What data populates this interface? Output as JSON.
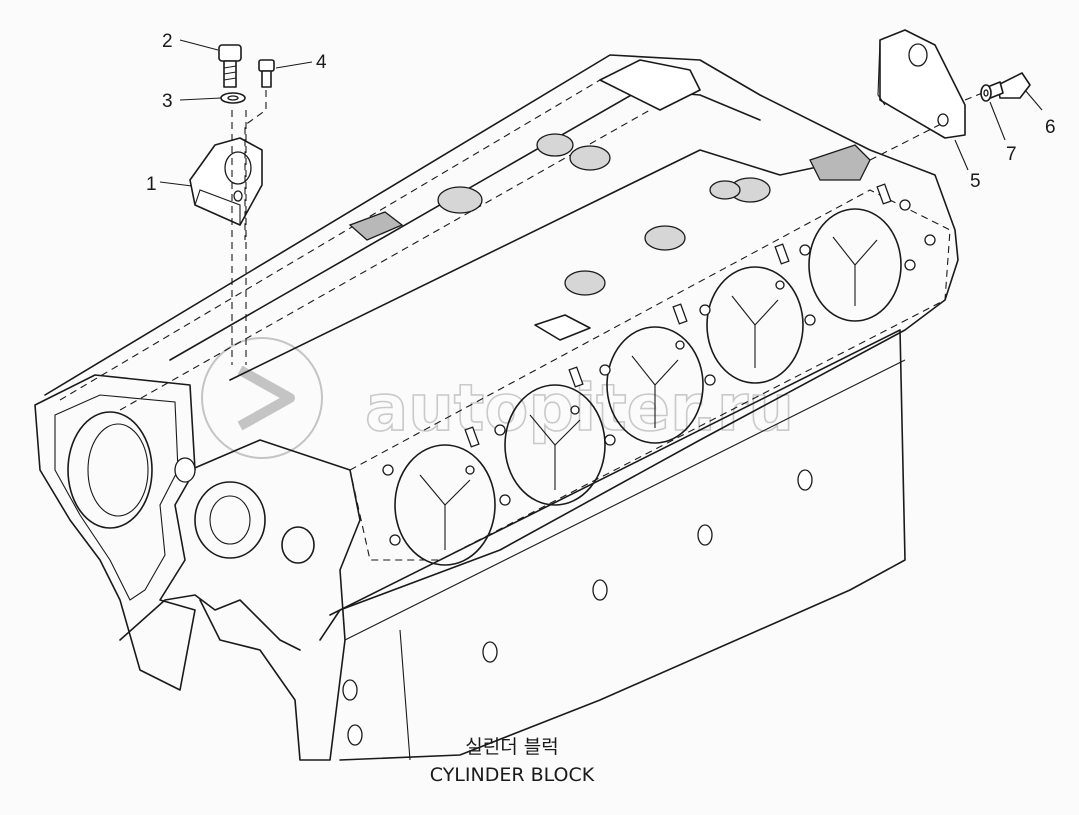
{
  "diagram": {
    "caption_korean": "실린더 블럭",
    "caption_english": "CYLINDER BLOCK",
    "watermark_text": "autopiter.ru",
    "callouts": [
      {
        "id": "callout-1",
        "label": "1"
      },
      {
        "id": "callout-2",
        "label": "2"
      },
      {
        "id": "callout-3",
        "label": "3"
      },
      {
        "id": "callout-4",
        "label": "4"
      },
      {
        "id": "callout-5",
        "label": "5"
      },
      {
        "id": "callout-6",
        "label": "6"
      },
      {
        "id": "callout-7",
        "label": "7"
      }
    ]
  }
}
